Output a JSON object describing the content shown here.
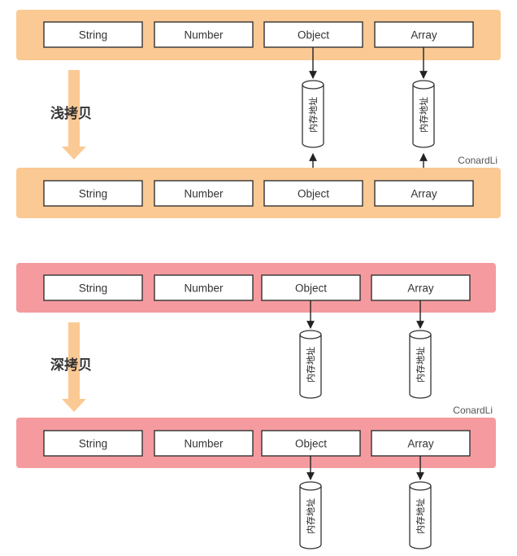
{
  "cells": [
    "String",
    "Number",
    "Object",
    "Array"
  ],
  "memory_label": "内存地址",
  "shallow": {
    "label": "浅拷贝",
    "watermark": "ConardLi",
    "bar_color": "#fbc994"
  },
  "deep": {
    "label": "深拷贝",
    "watermark": "ConardLi",
    "bar_color": "#f59b9f"
  }
}
